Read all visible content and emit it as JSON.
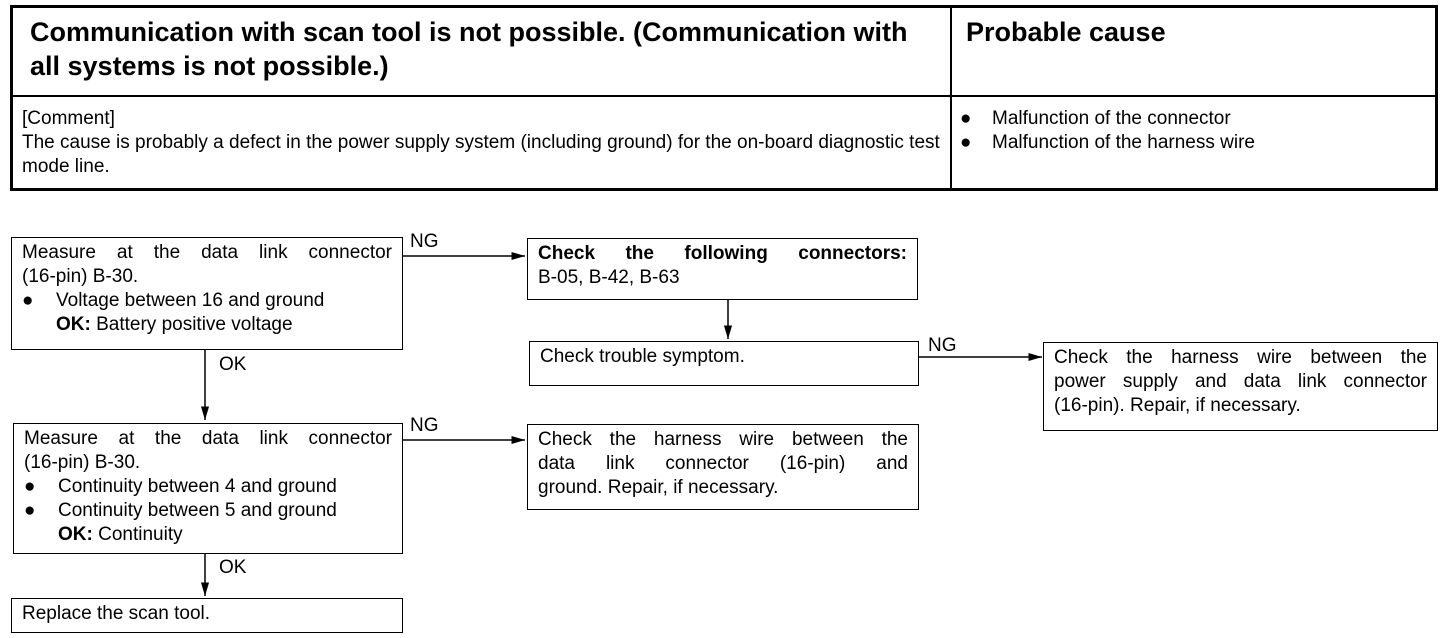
{
  "header": {
    "title": "Communication with scan tool is not possible.  (Communication with all systems is not possible.)",
    "probable_cause_title": "Probable cause",
    "comment_label": "[Comment]",
    "comment_text": "The cause is probably a defect in the power supply system (including ground) for the on-board diagnostic test mode line.",
    "causes": [
      "Malfunction of the connector",
      "Malfunction of the harness wire"
    ]
  },
  "flow": {
    "step1": {
      "line1": "Measure at the data link connector",
      "line2": "(16-pin) B-30.",
      "bullet": "Voltage between 16 and ground",
      "ok_label": "OK:",
      "ok_value": "Battery positive voltage"
    },
    "step1_ng": {
      "title": "Check the following connectors:",
      "line2": "B-05, B-42, B-63"
    },
    "trouble": {
      "text": "Check trouble symptom."
    },
    "trouble_ng": {
      "line1": "Check the harness wire between the",
      "line2": "power supply and data link connector",
      "line3": "(16-pin). Repair, if necessary."
    },
    "step2": {
      "line1": "Measure at the data link connector",
      "line2": "(16-pin) B-30.",
      "bullet1": "Continuity between 4 and ground",
      "bullet2": "Continuity between 5 and ground",
      "ok_label": "OK:",
      "ok_value": "Continuity"
    },
    "step2_ng": {
      "line1": "Check the harness wire between the",
      "line2": "data link connector (16-pin) and",
      "line3": "ground. Repair, if necessary."
    },
    "final": {
      "text": "Replace the scan tool."
    },
    "labels": {
      "ng": "NG",
      "ok": "OK"
    }
  }
}
